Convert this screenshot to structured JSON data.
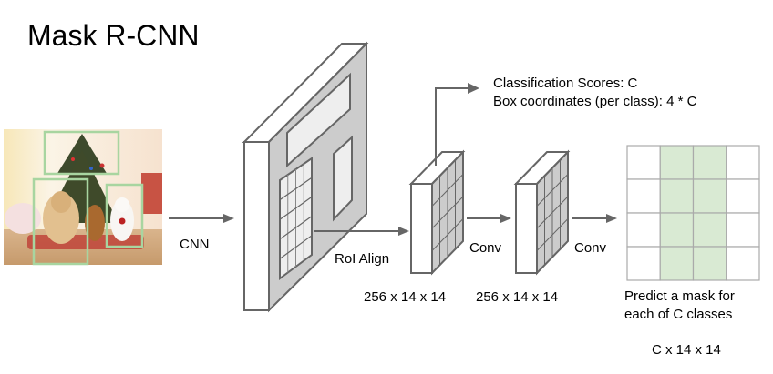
{
  "title": "Mask R-CNN",
  "colors": {
    "stroke": "#666666",
    "feature_gray": "#cccccc",
    "region_fill": "#eeeeee",
    "mask_green": "#d9ead3",
    "box_green": "#a8d5a0"
  },
  "input_image": {
    "description": "Photo of dogs and a cat in front of a Christmas tree",
    "detections": [
      "tree",
      "dog",
      "cat"
    ]
  },
  "stages": {
    "backbone_label": "CNN",
    "roi_label": "RoI Align",
    "conv1_label": "Conv",
    "conv2_label": "Conv"
  },
  "dimensions": {
    "roi_output": "256 x 14 x 14",
    "conv_output": "256 x 14 x 14",
    "mask_output": "C x 14 x 14"
  },
  "branch_outputs": {
    "line1": "Classification Scores: C",
    "line2": "Box coordinates (per class): 4 * C"
  },
  "mask_head": {
    "line1": "Predict a mask for",
    "line2": "each of C classes",
    "grid_rows": 4,
    "grid_cols": 4,
    "highlighted_cols": [
      1,
      2
    ]
  }
}
